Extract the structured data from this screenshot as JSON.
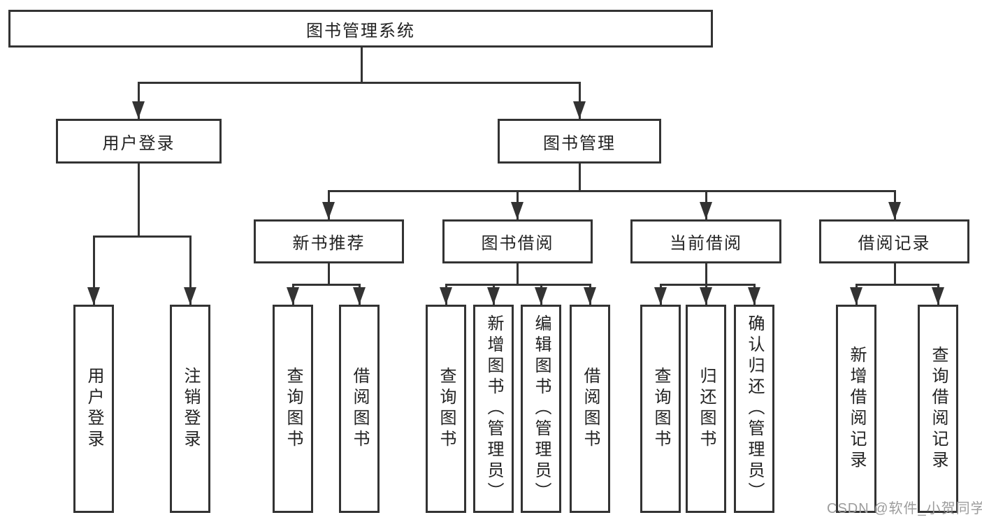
{
  "tree": {
    "root": {
      "label": "图书管理系统"
    },
    "user_login": {
      "label": "用户登录",
      "children": [
        {
          "label": "用户登录"
        },
        {
          "label": "注销登录"
        }
      ]
    },
    "book_mgmt": {
      "label": "图书管理",
      "sections": [
        {
          "label": "新书推荐",
          "children": [
            {
              "label": "查询图书"
            },
            {
              "label": "借阅图书"
            }
          ]
        },
        {
          "label": "图书借阅",
          "children": [
            {
              "label": "查询图书"
            },
            {
              "label": "新增图书（管理员）"
            },
            {
              "label": "编辑图书（管理员）"
            },
            {
              "label": "借阅图书"
            }
          ]
        },
        {
          "label": "当前借阅",
          "children": [
            {
              "label": "查询图书"
            },
            {
              "label": "归还图书"
            },
            {
              "label": "确认归还（管理员）"
            }
          ]
        },
        {
          "label": "借阅记录",
          "children": [
            {
              "label": "新增借阅记录"
            },
            {
              "label": "查询借阅记录"
            }
          ]
        }
      ]
    }
  },
  "watermark": {
    "text": "CSDN @软件_小贺同学"
  },
  "colors": {
    "line": "#333333",
    "box_border": "#333333",
    "box_fill": "#ffffff",
    "text": "#222222",
    "watermark": "#9c9c9c",
    "background": "#ffffff"
  }
}
